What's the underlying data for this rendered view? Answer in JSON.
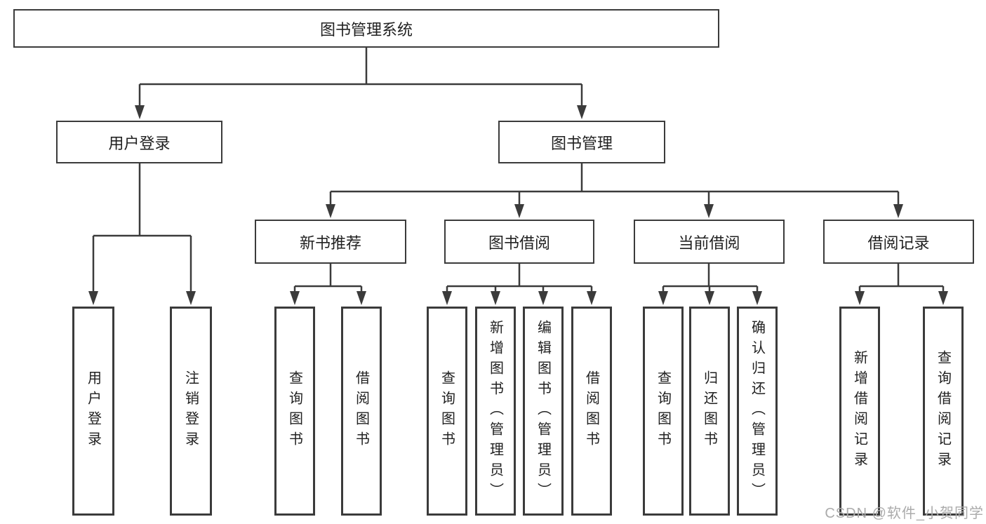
{
  "colors": {
    "line": "#3b3b3b",
    "border": "#3b3b3b",
    "text": "#212121",
    "watermark": "#ababab",
    "background": "#ffffff"
  },
  "root": {
    "label": "图书管理系统"
  },
  "branches": [
    {
      "label": "用户登录",
      "children": [
        {
          "label": "用户登录"
        },
        {
          "label": "注销登录"
        }
      ]
    },
    {
      "label": "图书管理",
      "children": [
        {
          "label": "新书推荐",
          "children": [
            {
              "label": "查询图书"
            },
            {
              "label": "借阅图书"
            }
          ]
        },
        {
          "label": "图书借阅",
          "children": [
            {
              "label": "查询图书"
            },
            {
              "label": "新增图书（管理员）"
            },
            {
              "label": "编辑图书（管理员）"
            },
            {
              "label": "借阅图书"
            }
          ]
        },
        {
          "label": "当前借阅",
          "children": [
            {
              "label": "查询图书"
            },
            {
              "label": "归还图书"
            },
            {
              "label": "确认归还（管理员）"
            }
          ]
        },
        {
          "label": "借阅记录",
          "children": [
            {
              "label": "新增借阅记录"
            },
            {
              "label": "查询借阅记录"
            }
          ]
        }
      ]
    }
  ],
  "watermark": "CSDN @软件_小贺同学"
}
